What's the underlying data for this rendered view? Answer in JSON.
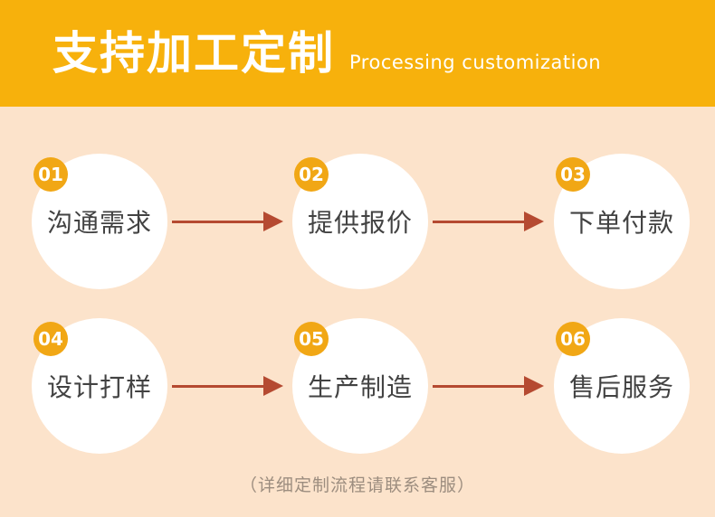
{
  "header": {
    "title": "支持加工定制",
    "subtitle": "Processing customization"
  },
  "steps": [
    {
      "number": "01",
      "label": "沟通需求"
    },
    {
      "number": "02",
      "label": "提供报价"
    },
    {
      "number": "03",
      "label": "下单付款"
    },
    {
      "number": "04",
      "label": "设计打样"
    },
    {
      "number": "05",
      "label": "生产制造"
    },
    {
      "number": "06",
      "label": "售后服务"
    }
  ],
  "footer": {
    "note": "（详细定制流程请联系客服）"
  },
  "icons": {
    "arrow": "right-arrow-icon"
  },
  "colors": {
    "header_bg": "#f7b10c",
    "section_bg": "#fce3cb",
    "badge_bg": "#f1a715",
    "arrow": "#b54a31",
    "step_text": "#424242",
    "note_text": "#9c8d7f",
    "title_text": "#ffffff"
  }
}
